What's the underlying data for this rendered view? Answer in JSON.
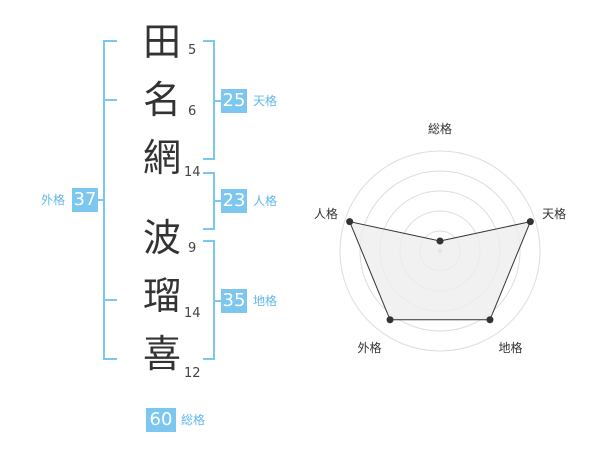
{
  "name": {
    "chars": [
      {
        "char": "田",
        "strokes": "5"
      },
      {
        "char": "名",
        "strokes": "6"
      },
      {
        "char": "網",
        "strokes": "14"
      },
      {
        "char": "波",
        "strokes": "9"
      },
      {
        "char": "瑠",
        "strokes": "14"
      },
      {
        "char": "喜",
        "strokes": "12"
      }
    ]
  },
  "kaku": {
    "tenkaku": {
      "value": "25",
      "label": "天格"
    },
    "jinkaku": {
      "value": "23",
      "label": "人格"
    },
    "chikaku": {
      "value": "35",
      "label": "地格"
    },
    "gaikaku": {
      "value": "37",
      "label": "外格"
    },
    "soukaku": {
      "value": "60",
      "label": "総格"
    }
  },
  "colors": {
    "accent": "#7cc7f0",
    "accent_text": "#5fb8ec",
    "radar_fill": "#eeeeee",
    "ring": "#dddddd"
  },
  "chart_data": {
    "type": "radar",
    "axes": [
      "総格",
      "天格",
      "地格",
      "外格",
      "人格"
    ],
    "values": [
      60,
      25,
      35,
      37,
      23
    ],
    "relative_levels": [
      0.1,
      0.95,
      0.85,
      0.85,
      0.95
    ],
    "rings": 5,
    "grid": true
  }
}
